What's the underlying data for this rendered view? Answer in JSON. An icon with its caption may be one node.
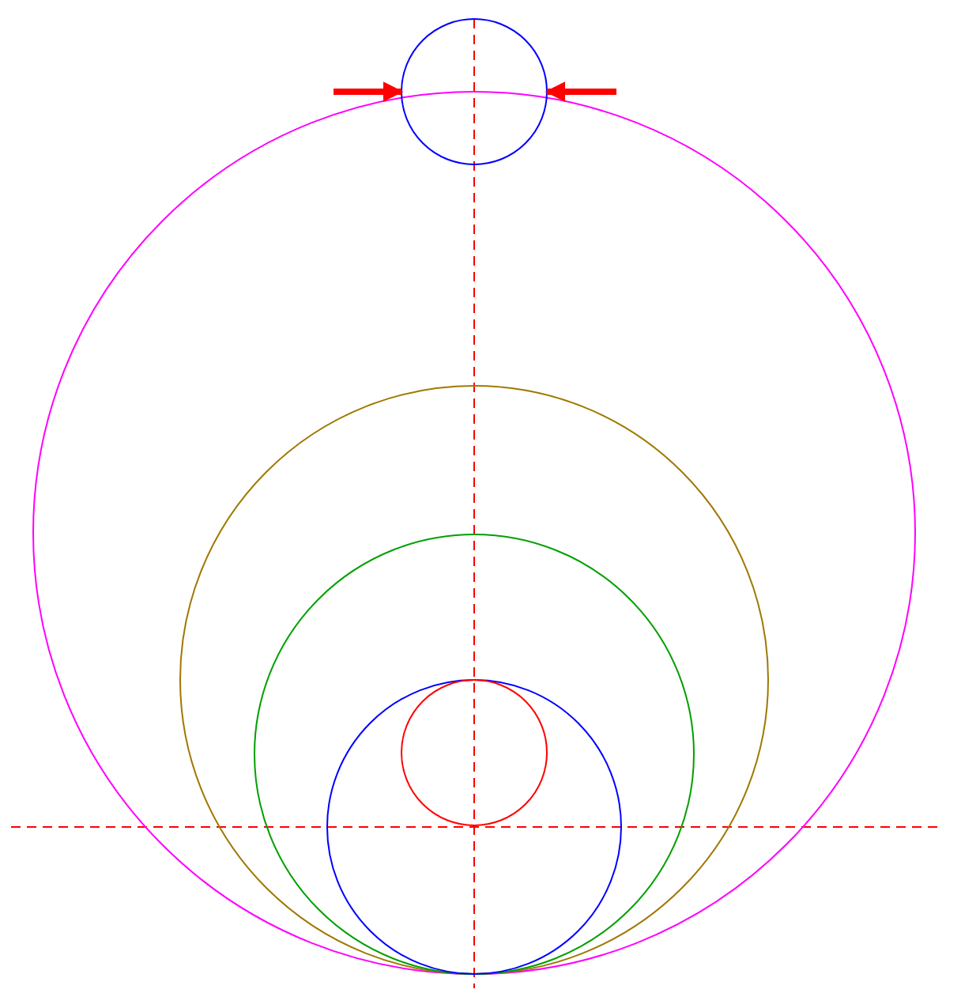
{
  "diagram": {
    "nodes": [
      {
        "text": [],
        "shape": "circle"
      },
      {
        "text": [],
        "shape": "circle"
      },
      {
        "text": [],
        "shape": "circle",
        "in": 0
      },
      {
        "text": [],
        "shape": "circle",
        "in": 2
      },
      {
        "text": [],
        "shape": "circle",
        "in": 3
      },
      {
        "text": [],
        "shape": "circle",
        "in": 4
      }
    ],
    "edges": [
      {
        "from": null,
        "to": 1,
        "arrow": "to"
      },
      {
        "from": null,
        "to": 1,
        "arrow": "to"
      }
    ]
  }
}
